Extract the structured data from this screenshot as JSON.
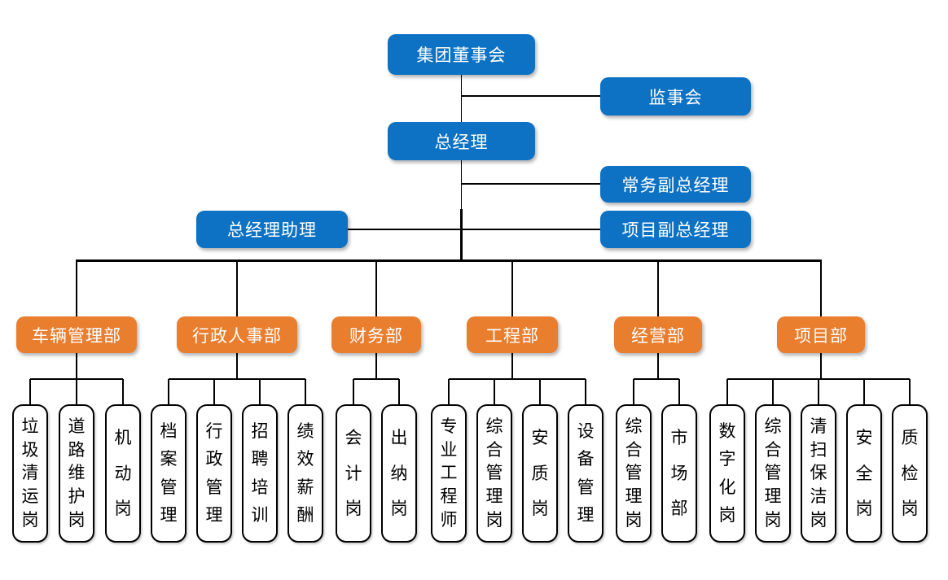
{
  "chart": {
    "type": "org-chart",
    "executives": {
      "board": "集团董事会",
      "supervisory_board": "监事会",
      "general_manager": "总经理",
      "executive_deputy_general_manager": "常务副总经理",
      "general_manager_assistant": "总经理助理",
      "project_deputy_general_manager": "项目副总经理"
    },
    "departments": [
      {
        "name": "车辆管理部",
        "posts": [
          "垃圾清运岗",
          "道路维护岗",
          "机动岗"
        ]
      },
      {
        "name": "行政人事部",
        "posts": [
          "档案管理",
          "行政管理",
          "招聘培训",
          "绩效薪酬"
        ]
      },
      {
        "name": "财务部",
        "posts": [
          "会计岗",
          "出纳岗"
        ]
      },
      {
        "name": "工程部",
        "posts": [
          "专业工程师",
          "综合管理岗",
          "安质岗",
          "设备管理"
        ]
      },
      {
        "name": "经营部",
        "posts": [
          "综合管理岗",
          "市场部"
        ]
      },
      {
        "name": "项目部",
        "posts": [
          "数字化岗",
          "综合管理岗",
          "清扫保洁岗",
          "安全岗",
          "质检岗"
        ]
      }
    ],
    "colors": {
      "executive_box": "#0d72c4",
      "department_box": "#e97e2f",
      "post_box_background": "#ffffff",
      "post_box_border": "#000000",
      "connector": "#000000",
      "text_on_color": "#ffffff",
      "post_text": "#000000"
    }
  }
}
